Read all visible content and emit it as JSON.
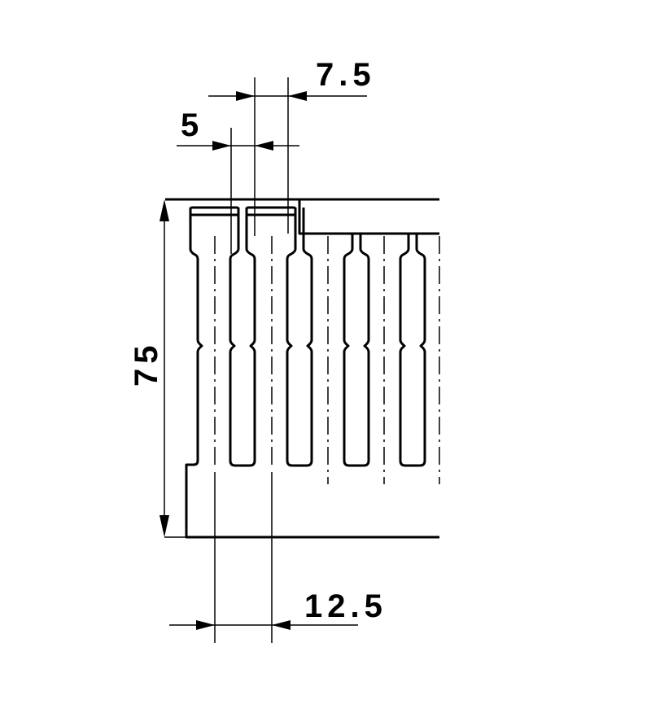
{
  "drawing": {
    "dimensions": {
      "slot_width": "7.5",
      "finger_width": "5",
      "height": "75",
      "pitch": "12.5"
    },
    "line_color": "#000000",
    "background": "#ffffff"
  }
}
